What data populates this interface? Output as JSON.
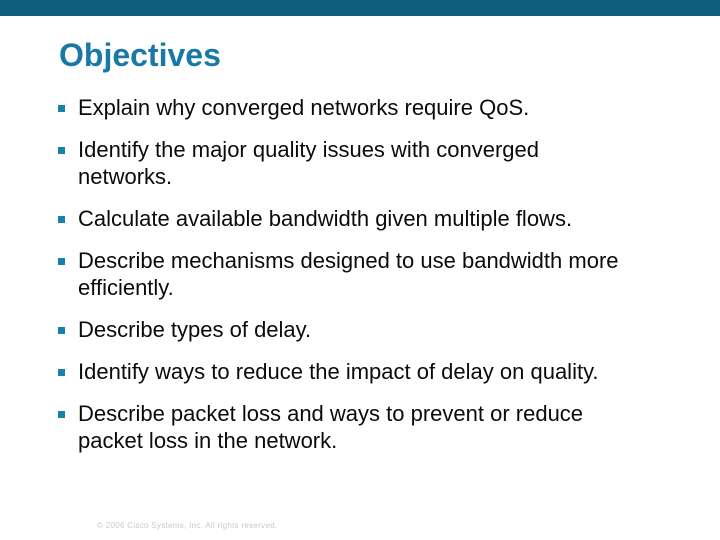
{
  "slide": {
    "title": "Objectives",
    "bullets": [
      {
        "text": "Explain why converged networks require QoS."
      },
      {
        "text": "Identify the major quality issues with converged\nnetworks."
      },
      {
        "text": "Calculate available bandwidth given multiple flows."
      },
      {
        "text": "Describe mechanisms designed to use bandwidth more\nefficiently."
      },
      {
        "text": "Describe types of delay."
      },
      {
        "text": "Identify ways to reduce the impact of delay on quality."
      },
      {
        "text": "Describe packet loss and ways to prevent or reduce\npacket loss in the network."
      }
    ],
    "footer": "© 2006 Cisco Systems, Inc. All rights reserved.",
    "colors": {
      "top_bar": "#0f5e7f",
      "title": "#1878a8",
      "bullet": "#1782a8",
      "body_text": "#0b0b0b",
      "footer_text": "#c9c9c9"
    }
  }
}
